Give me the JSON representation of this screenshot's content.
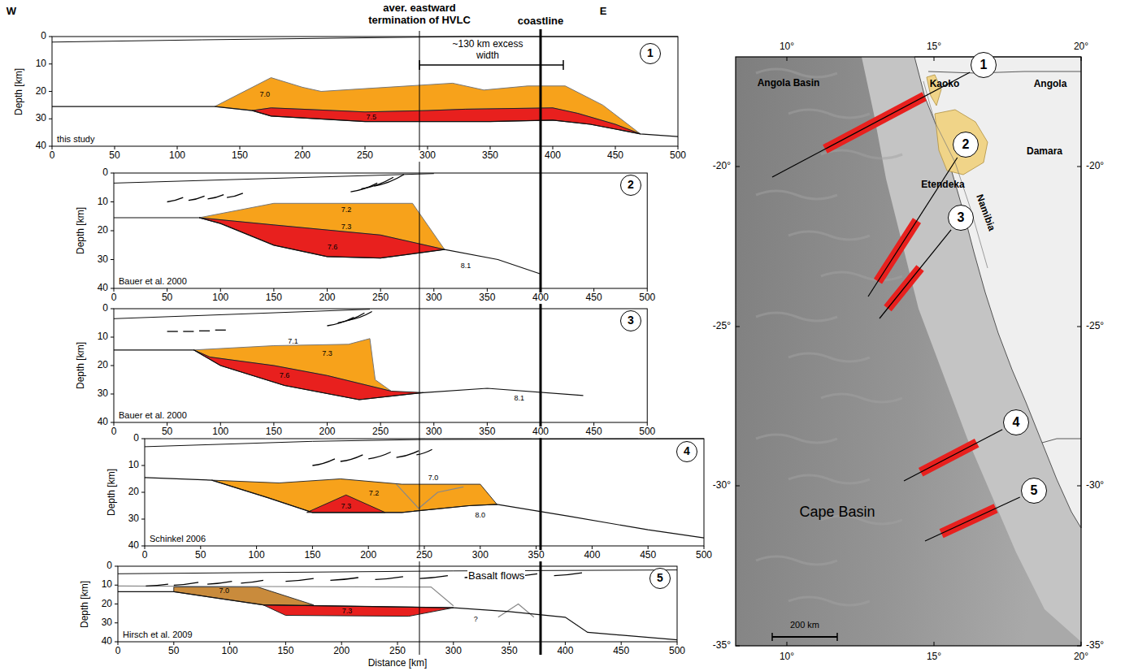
{
  "diagram": {
    "labels": [
      "W",
      "aver. eastward termination of HVLC",
      "coastline",
      "E",
      "1",
      "~130 km excess width",
      "7.0",
      "7.5",
      "this study",
      "Depth [km]",
      "0",
      "10",
      "20",
      "30",
      "40",
      "0",
      "50",
      "100",
      "150",
      "200",
      "250",
      "300",
      "350",
      "400",
      "450",
      "500",
      "2",
      "7.2",
      "7.3",
      "7.6",
      "8.1",
      "Bauer et al. 2000",
      "Depth [km]",
      "0",
      "10",
      "20",
      "30",
      "40",
      "0",
      "50",
      "100",
      "150",
      "200",
      "250",
      "300",
      "350",
      "400",
      "450",
      "500",
      "3",
      "7.1",
      "7.3",
      "7.6",
      "8.1",
      "Bauer et al. 2000",
      "Depth [km]",
      "0",
      "10",
      "20",
      "30",
      "40",
      "0",
      "50",
      "100",
      "150",
      "200",
      "250",
      "300",
      "350",
      "400",
      "450",
      "500",
      "4",
      "7.0",
      "7.2",
      "7.3",
      "8.0",
      "Schinkel 2006",
      "Depth [km]",
      "0",
      "10",
      "20",
      "30",
      "40",
      "0",
      "50",
      "100",
      "150",
      "200",
      "250",
      "300",
      "350",
      "400",
      "450",
      "500",
      "5",
      "Basalt flows",
      "7.0",
      "7.3",
      "?",
      "Hirsch et al. 2009",
      "Depth [km]",
      "0",
      "10",
      "20",
      "30",
      "40",
      "0",
      "50",
      "100",
      "150",
      "200",
      "250",
      "300",
      "350",
      "400",
      "450",
      "500",
      "Distance [km]",
      "10°",
      "15°",
      "20°",
      "10°",
      "15°",
      "20°",
      "-20°",
      "-25°",
      "-30°",
      "-35°",
      "-20°",
      "-25°",
      "-30°",
      "-35°",
      "Angola Basin",
      "Kaoko",
      "Angola",
      "Etendeka",
      "Damara",
      "Namibia",
      "Cape Basin",
      "200 km",
      "1",
      "2",
      "3",
      "4",
      "5"
    ]
  }
}
